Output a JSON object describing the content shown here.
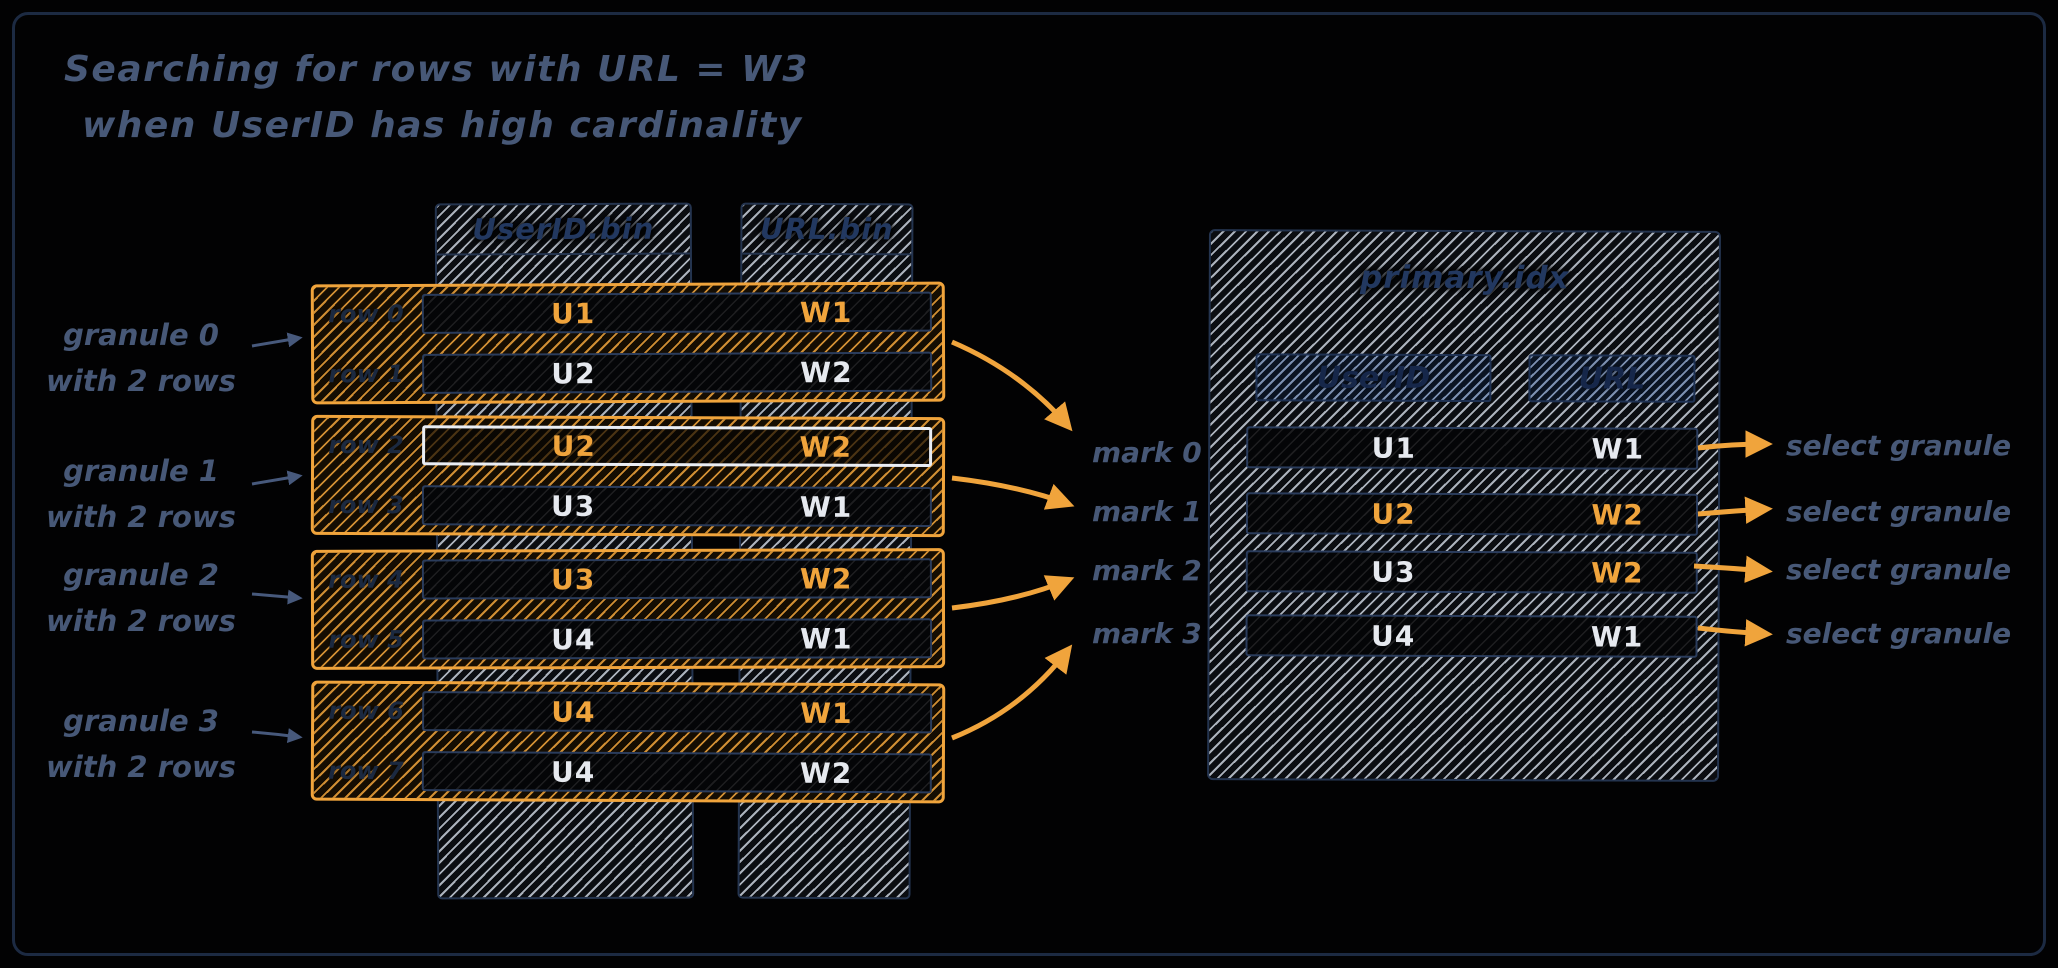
{
  "title": {
    "line1": "Searching for rows with URL = W3",
    "line2": "when UserID has high cardinality"
  },
  "left_table": {
    "userid_column_header": "UserID.bin",
    "url_column_header": "URL.bin",
    "granules": [
      {
        "label_line1": "granule 0",
        "label_line2": "with 2 rows",
        "rows": [
          {
            "row_label": "row 0",
            "userid": "U1",
            "url": "W1",
            "value_color": "orange",
            "highlighted": false
          },
          {
            "row_label": "row 1",
            "userid": "U2",
            "url": "W2",
            "value_color": "white",
            "highlighted": false
          }
        ]
      },
      {
        "label_line1": "granule 1",
        "label_line2": "with 2 rows",
        "rows": [
          {
            "row_label": "row 2",
            "userid": "U2",
            "url": "W2",
            "value_color": "orange",
            "highlighted": true
          },
          {
            "row_label": "row 3",
            "userid": "U3",
            "url": "W1",
            "value_color": "white",
            "highlighted": false
          }
        ]
      },
      {
        "label_line1": "granule 2",
        "label_line2": "with 2 rows",
        "rows": [
          {
            "row_label": "row 4",
            "userid": "U3",
            "url": "W2",
            "value_color": "orange",
            "highlighted": false
          },
          {
            "row_label": "row 5",
            "userid": "U4",
            "url": "W1",
            "value_color": "white",
            "highlighted": false
          }
        ]
      },
      {
        "label_line1": "granule 3",
        "label_line2": "with 2 rows",
        "rows": [
          {
            "row_label": "row 6",
            "userid": "U4",
            "url": "W1",
            "value_color": "orange",
            "highlighted": false
          },
          {
            "row_label": "row 7",
            "userid": "U4",
            "url": "W2",
            "value_color": "white",
            "highlighted": false
          }
        ]
      }
    ]
  },
  "marks": [
    {
      "label": "mark 0"
    },
    {
      "label": "mark 1"
    },
    {
      "label": "mark 2"
    },
    {
      "label": "mark 3"
    }
  ],
  "primary_index": {
    "title": "primary.idx",
    "userid_column_header": "UserID",
    "url_column_header": "URL",
    "rows": [
      {
        "userid": "U1",
        "url": "W1",
        "userid_color": "white",
        "url_color": "white",
        "action": "select granule"
      },
      {
        "userid": "U2",
        "url": "W2",
        "userid_color": "orange",
        "url_color": "orange",
        "action": "select granule"
      },
      {
        "userid": "U3",
        "url": "W2",
        "userid_color": "white",
        "url_color": "orange",
        "action": "select granule"
      },
      {
        "userid": "U4",
        "url": "W1",
        "userid_color": "white",
        "url_color": "white",
        "action": "select granule"
      }
    ]
  },
  "colors": {
    "orange_accent": "#f0a43c",
    "white_value": "#e6e9ef",
    "label_blue": "#475877",
    "navy_border": "#24344f",
    "background": "#020203"
  }
}
